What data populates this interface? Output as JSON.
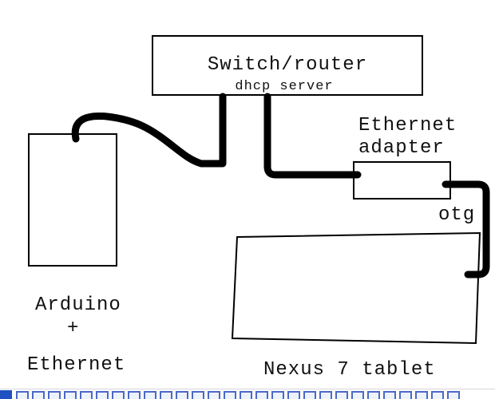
{
  "diagram": {
    "switch": {
      "label": "Switch/router",
      "sublabel": "dhcp server"
    },
    "adapter": {
      "label_line1": "Ethernet",
      "label_line2": "adapter"
    },
    "otg": {
      "label": "otg"
    },
    "arduino": {
      "label_line1": "Arduino",
      "label_line2": "+",
      "label_line3": "Ethernet"
    },
    "tablet": {
      "label": "Nexus 7 tablet"
    }
  },
  "colors": {
    "cable": "#000000",
    "box_border": "#000000",
    "box_fill": "#ffffff",
    "strip_square_border": "#4a69c8",
    "strip_square_fill": "#eef2fb",
    "solid_square": "#1f51c2"
  },
  "bottom_strip": {
    "square_count": 28
  }
}
